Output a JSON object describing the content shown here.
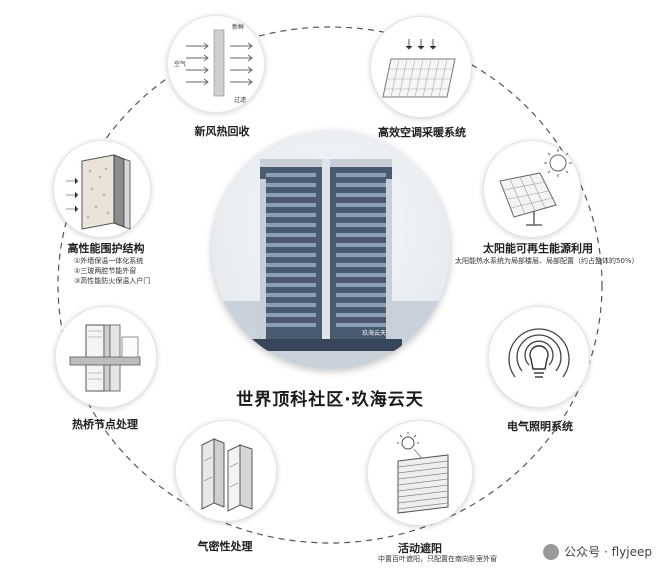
{
  "center": {
    "title": "世界顶科社区·玖海云天",
    "building_label": "玖海云天"
  },
  "nodes": [
    {
      "id": "fresh-air",
      "label": "新风热回收",
      "tags": [
        "新鲜",
        "空气",
        "过滤"
      ]
    },
    {
      "id": "hvac",
      "label": "高效空调采暖系统"
    },
    {
      "id": "solar",
      "label": "太阳能可再生能源利用",
      "note": "太阳能热水系统为局部楼层、局部配置（约占整体的50%）"
    },
    {
      "id": "lighting",
      "label": "电气照明系统"
    },
    {
      "id": "shading",
      "label": "活动遮阳",
      "note": "中置百叶遮阳，只配置在南向卧室外窗"
    },
    {
      "id": "airtight",
      "label": "气密性处理"
    },
    {
      "id": "thermal-bridge",
      "label": "热桥节点处理"
    },
    {
      "id": "envelope",
      "label": "高性能围护结构",
      "items": [
        "①外墙保温一体化系统",
        "②三玻两腔节能外窗",
        "③高性能防火保温入户门"
      ]
    }
  ],
  "watermark": "公众号 · flyjeep"
}
